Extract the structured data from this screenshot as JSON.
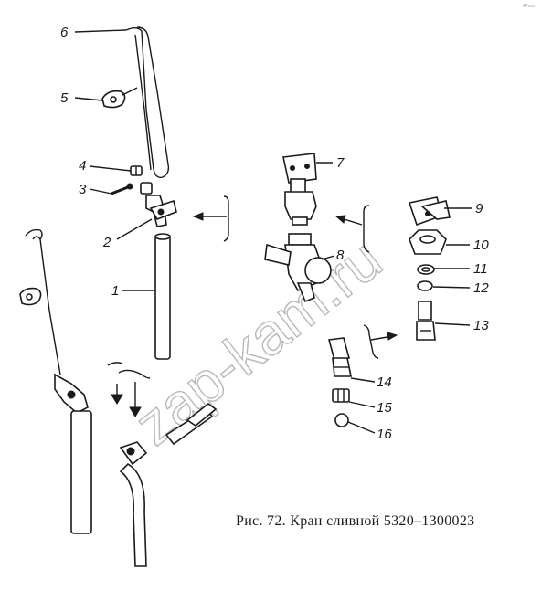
{
  "figure": {
    "caption": "Рис. 72. Кран сливной 5320–1300023",
    "watermark": "zap-kam.ru",
    "corner_mark": "ifPxxx",
    "callouts": [
      "1",
      "2",
      "3",
      "4",
      "5",
      "6",
      "7",
      "8",
      "9",
      "10",
      "11",
      "12",
      "13",
      "14",
      "15",
      "16"
    ]
  }
}
